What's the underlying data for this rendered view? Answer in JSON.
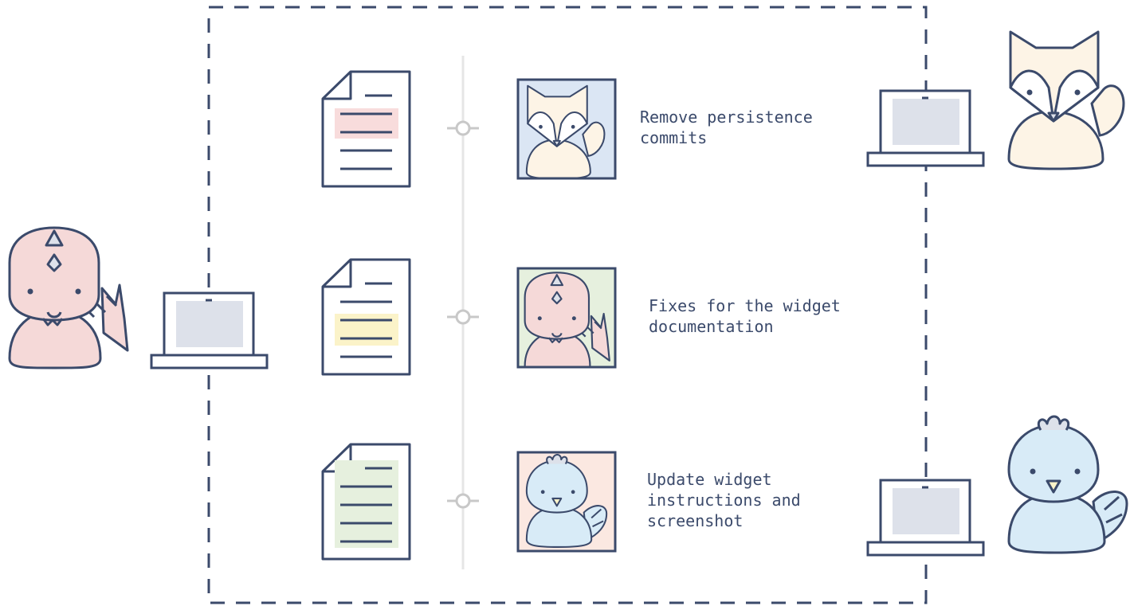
{
  "colors": {
    "outline": "#3b4a6b",
    "timeline": "#e6e6e6",
    "connector": "#c8c8c8",
    "screen": "#dde1ea",
    "dino_fill": "#f5d9d8",
    "fox_fill": "#fdf4e6",
    "bird_fill": "#d8ebf7",
    "highlight_red": "#f8dcdc",
    "highlight_yellow": "#fbf3c9",
    "highlight_green": "#e6f0de",
    "portrait_bg_blue": "#dbe6f4",
    "portrait_bg_green": "#e6f0de",
    "portrait_bg_peach": "#fbe8e1"
  },
  "commits": [
    {
      "message_lines": [
        "Remove persistence",
        "commits"
      ],
      "author": "fox-icon",
      "highlight": "red"
    },
    {
      "message_lines": [
        "Fixes for the widget",
        "documentation"
      ],
      "author": "dino-icon",
      "highlight": "yellow"
    },
    {
      "message_lines": [
        "Update widget",
        "instructions and",
        "screenshot"
      ],
      "author": "bird-icon",
      "highlight": "green"
    }
  ],
  "contributors": [
    {
      "name": "dino-icon",
      "device": "laptop-icon"
    },
    {
      "name": "fox-icon",
      "device": "laptop-icon"
    },
    {
      "name": "bird-icon",
      "device": "laptop-icon"
    }
  ]
}
